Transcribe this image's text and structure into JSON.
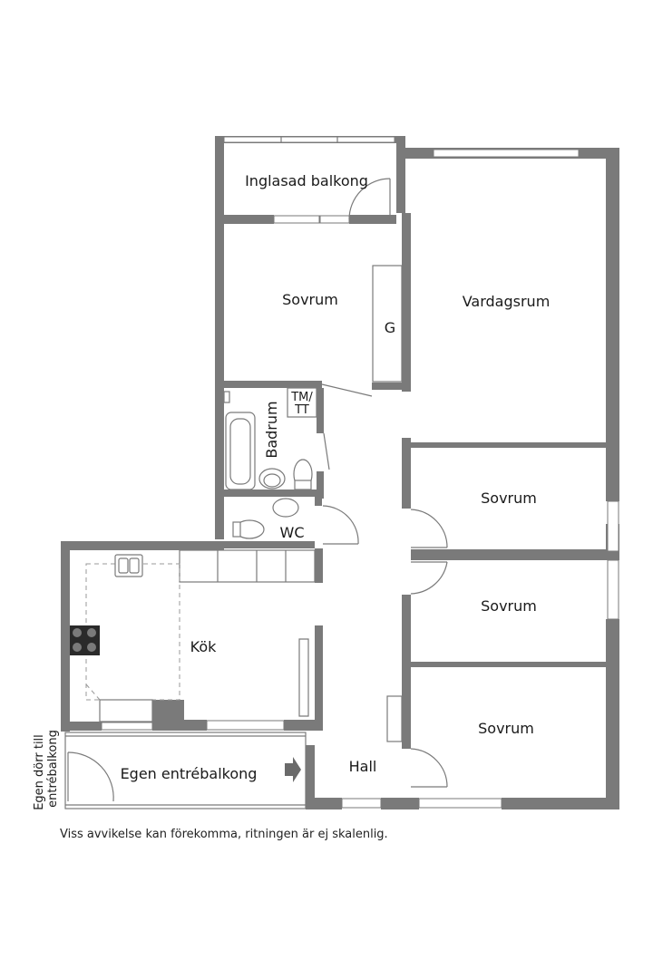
{
  "rooms": {
    "balcony_glazed": "Inglasad balkong",
    "bedroom_top": "Sovrum",
    "living": "Vardagsrum",
    "wardrobe": "G",
    "laundry_line1": "TM/",
    "laundry_line2": "TT",
    "bathroom": "Badrum",
    "bedroom_1": "Sovrum",
    "wc": "WC",
    "bedroom_2": "Sovrum",
    "kitchen": "Kök",
    "bedroom_3": "Sovrum",
    "entrance_balcony": "Egen entrébalkong",
    "hall": "Hall",
    "door_note_line1": "Egen dörr till",
    "door_note_line2": "entrébalkong"
  },
  "disclaimer": "Viss avvikelse kan förekomma, ritningen är ej skalenlig.",
  "colors": {
    "wall": "#7a7a7a",
    "background": "#ffffff",
    "text": "#1a1a1a"
  },
  "icons": [
    "entrance-arrow-icon",
    "stove-icon",
    "sink-icon",
    "bathtub-icon",
    "toilet-icon",
    "washbasin-icon"
  ]
}
